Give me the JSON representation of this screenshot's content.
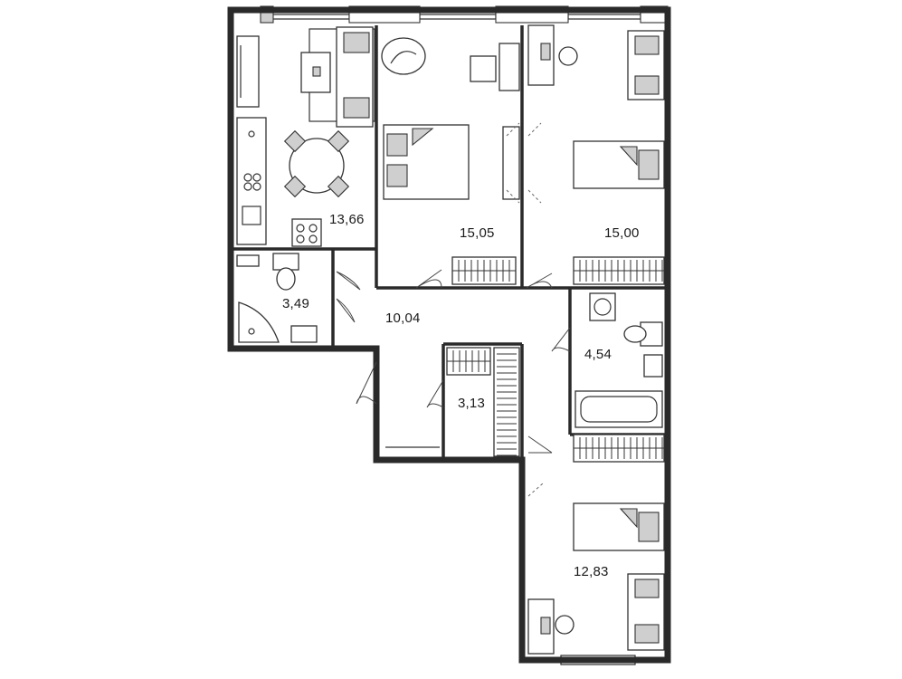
{
  "floor_plan": {
    "rooms": [
      {
        "id": "kitchen-living",
        "area": "13,66"
      },
      {
        "id": "bedroom-master",
        "area": "15,05"
      },
      {
        "id": "bedroom-2",
        "area": "15,00"
      },
      {
        "id": "bathroom-shower",
        "area": "3,49"
      },
      {
        "id": "hallway",
        "area": "10,04"
      },
      {
        "id": "bathroom-tub",
        "area": "4,54"
      },
      {
        "id": "storage",
        "area": "3,13"
      },
      {
        "id": "bedroom-3",
        "area": "12,83"
      }
    ],
    "colors": {
      "wall": "#2a2a2a",
      "fixture_fill": "#cfcfcf",
      "background": "#ffffff"
    }
  }
}
